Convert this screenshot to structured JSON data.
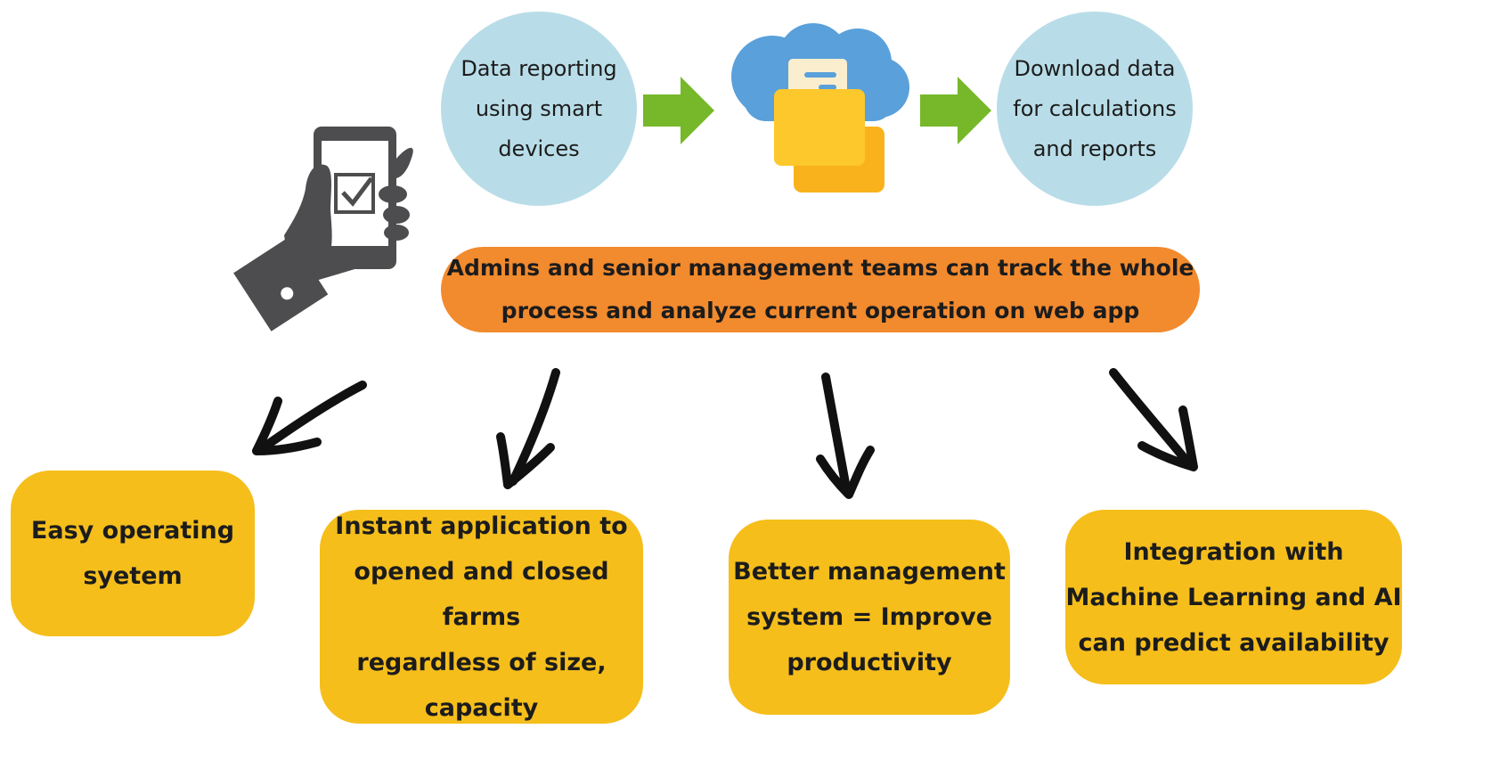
{
  "colors": {
    "circle_fill": "#b9dde8",
    "arrow_green": "#76b82a",
    "pill_fill": "#f28a2e",
    "card_fill": "#f5be1b",
    "cloud_blue": "#5aa0db",
    "folder_yellow": "#fcc82c",
    "folder_back": "#f9b21c",
    "paper": "#fbeecf",
    "phone_grey": "#4d4d4f"
  },
  "top_flow": {
    "step1_label": "Data reporting\nusing smart\ndevices",
    "step2_icon": "cloud-folder-icon",
    "step3_label": "Download data\nfor calculations\nand reports"
  },
  "phone_icon": "hand-holding-phone-checkbox-icon",
  "banner": {
    "line1": "Admins and senior management teams can track the whole",
    "line2": "process and analyze current operation on web app"
  },
  "benefits": [
    {
      "label": "Easy operating\nsyetem"
    },
    {
      "label": "Instant application to\nopened and closed farms\nregardless of size,\ncapacity"
    },
    {
      "label": "Better management\nsystem = Improve\nproductivity"
    },
    {
      "label": "Integration with\nMachine Learning and AI\ncan predict availability"
    }
  ]
}
